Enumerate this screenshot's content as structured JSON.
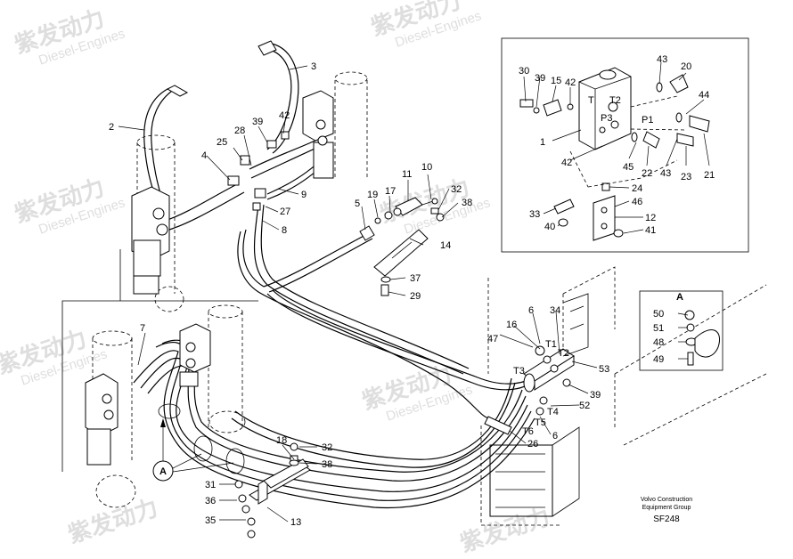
{
  "watermark": {
    "brand": "紫发动力",
    "sub": "Diesel-Engines"
  },
  "caption": {
    "company_line1": "Volvo Construction",
    "company_line2": "Equipment Group",
    "code": "SF248"
  },
  "detail_label": "A",
  "callouts": {
    "c1": "1",
    "c2": "2",
    "c3": "3",
    "c4": "4",
    "c5": "5",
    "c6a": "6",
    "c6b": "6",
    "c7": "7",
    "c8": "8",
    "c9": "9",
    "c10": "10",
    "c11": "11",
    "c12": "12",
    "c13": "13",
    "c14": "14",
    "c15": "15",
    "c16": "16",
    "c17": "17",
    "c18": "18",
    "c19": "19",
    "c20": "20",
    "c21": "21",
    "c22": "22",
    "c23": "23",
    "c24": "24",
    "c25": "25",
    "c26": "26",
    "c27": "27",
    "c28": "28",
    "c29": "29",
    "c30": "30",
    "c31": "31",
    "c32a": "32",
    "c32b": "32",
    "c33": "33",
    "c34": "34",
    "c35": "35",
    "c36": "36",
    "c37": "37",
    "c38a": "38",
    "c38b": "38",
    "c39a": "39",
    "c39b": "39",
    "c39c": "39",
    "c40": "40",
    "c41": "41",
    "c42a": "42",
    "c42b": "42",
    "c42c": "42",
    "c43a": "43",
    "c43b": "43",
    "c44": "44",
    "c45": "45",
    "c46": "46",
    "c47": "47",
    "c48": "48",
    "c49": "49",
    "c50": "50",
    "c51": "51",
    "c52": "52",
    "c53": "53",
    "a1": "A",
    "a2": "A"
  },
  "port_labels": {
    "t1": "T1",
    "t2": "T2",
    "t3": "T3",
    "t4": "T4",
    "t5": "T5",
    "t6": "T6",
    "p1": "P1",
    "p3": "P3",
    "t": "T",
    "t2b": "T2"
  }
}
